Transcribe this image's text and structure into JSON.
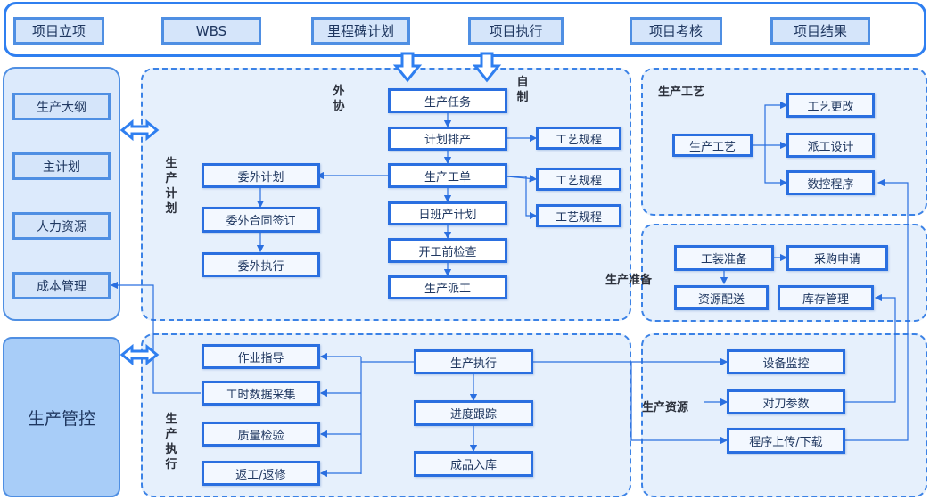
{
  "colors": {
    "accent": "#2a6fe0",
    "panel_fill": "#e6f0fc",
    "panel_border": "#3b82e6",
    "button_fill": "#d5e5fa",
    "arrow_blue": "#2f7ff0"
  },
  "top_nav": {
    "items": [
      "项目立项",
      "WBS",
      "里程碑计划",
      "项目执行",
      "项目考核",
      "项目结果"
    ]
  },
  "left_panel": {
    "items": [
      "生产大纲",
      "主计划",
      "人力资源",
      "成本管理"
    ]
  },
  "production_control": {
    "label": "生产管控"
  },
  "plan_section": {
    "title": "生产计划",
    "outsource_label": "外协",
    "self_label": "自制",
    "center_chain": [
      "生产任务",
      "计划排产",
      "生产工单",
      "日班产计划",
      "开工前检查",
      "生产派工"
    ],
    "outsource_chain": [
      "委外计划",
      "委外合同签订",
      "委外执行"
    ],
    "process_specs": [
      "工艺规程",
      "工艺规程",
      "工艺规程"
    ]
  },
  "process_section": {
    "title": "生产工艺",
    "main": "生产工艺",
    "branches": [
      "工艺更改",
      "派工设计",
      "数控程序"
    ]
  },
  "prep_section": {
    "title": "生产准备",
    "items": [
      "工装准备",
      "采购申请",
      "资源配送",
      "库存管理"
    ]
  },
  "exec_section": {
    "title": "生产执行",
    "main": "生产执行",
    "left_items": [
      "作业指导",
      "工时数据采集",
      "质量检验",
      "返工/返修"
    ],
    "chain": [
      "进度跟踪",
      "成品入库"
    ]
  },
  "resource_section": {
    "title": "生产资源",
    "items": [
      "设备监控",
      "对刀参数",
      "程序上传/下载"
    ]
  }
}
